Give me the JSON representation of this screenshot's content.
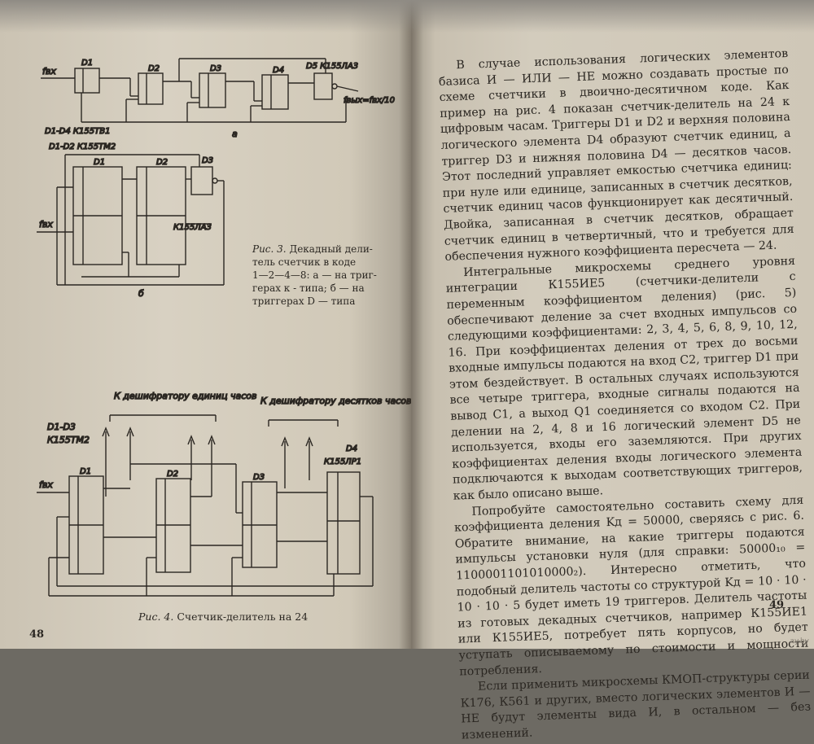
{
  "left_page": {
    "fig3": {
      "chain_label": "D1-D4  К155ТВ1",
      "chain_elements": [
        "D1",
        "D2",
        "D3",
        "D4"
      ],
      "nand_label": "D5  К155ЛА3",
      "input_label": "fвх",
      "output_label": "fвых=fвх/10",
      "sub_a": "а",
      "dtype_label": "D1-D2  К155ТМ2",
      "dtype_elements": [
        "D1",
        "D2"
      ],
      "dtype_nand": "D3",
      "dtype_nand_type": "К155ЛА3",
      "sub_b": "б",
      "caption_fig": "Рис. 3.",
      "caption_lines": [
        "Декадный дели-",
        "тель счетчик в коде",
        "1—2—4—8: а — на триг-",
        "герах к - типа; б — на",
        "триггерах D — типа"
      ]
    },
    "fig4": {
      "bus_units": "К дешифратору единиц часов",
      "bus_tens": "К дешифратору десятков часов",
      "left_label_1": "D1-D3",
      "left_label_2": "К155ТМ2",
      "elements": [
        "D1",
        "D2",
        "D3"
      ],
      "d4_label": "D4",
      "d4_type": "К155ЛР1",
      "input_label": "fвх",
      "caption_fig": "Рис. 4.",
      "caption_text": "Счетчик-делитель на 24"
    },
    "page_number": "48"
  },
  "right_page": {
    "paragraphs": [
      "В случае использования логических элементов базиса И — ИЛИ — НЕ можно создавать простые по схеме счетчики в двоично-десятичном коде. Как пример на рис. 4 показан счетчик-делитель на 24 к цифровым часам. Триггеры D1 и D2 и верхняя половина логического элемента D4 образуют счетчик единиц, а триггер D3 и нижняя половина D4 — десятков часов. Этот последний управляет емкостью счетчика единиц: при нуле или единице, записанных в счетчик десятков, счетчик единиц часов функционирует как десятичный. Двойка, записанная в счетчик десятков, обращает счетчик единиц в четвертичный, что и требуется для обеспечения нужного коэффициента пересчета — 24.",
      "Интегральные микросхемы среднего уровня интеграции К155ИЕ5 (счетчики-делители с переменным коэффициентом деления) (рис. 5) обеспечивают деление за счет входных импульсов со следующими коэффициентами: 2, 3, 4, 5, 6, 8, 9, 10, 12, 16. При коэффициентах деления от трех до восьми входные импульсы подаются на вход С2, триггер D1 при этом бездействует. В остальных случаях используются все четыре триггера, входные сигналы подаются на вывод С1, а выход Q1 соединяется со входом С2. При делении на 2, 4, 8 и 16 логический элемент D5 не используется, входы его заземляются. При других коэффициентах деления входы логического элемента подключаются к выходам соответствующих триггеров, как было описано выше.",
      "Попробуйте самостоятельно составить схему для коэффициента деления Kд = 50000, сверяясь с рис. 6. Обратите внимание, на какие триггеры подаются импульсы установки нуля (для справки: 50000₁₀ = 1100001101010000₂). Интересно отметить, что подобный делитель частоты со структурой Kд = 10 · 10 · 10 · 10 · 5 будет иметь 19 триггеров. Делитель частоты из готовых декадных счетчиков, например К155ИЕ1 или К155ИЕ5, потребует пять корпусов, но будет уступать описываемому по стоимости и мощности потребления.",
      "Если применить микросхемы КМОП-структуры серии К176, К561 и других, вместо логических элементов И — НЕ будут элементы вида И, в остальном — без изменений."
    ],
    "page_number": "49"
  },
  "watermark": "ay.by"
}
